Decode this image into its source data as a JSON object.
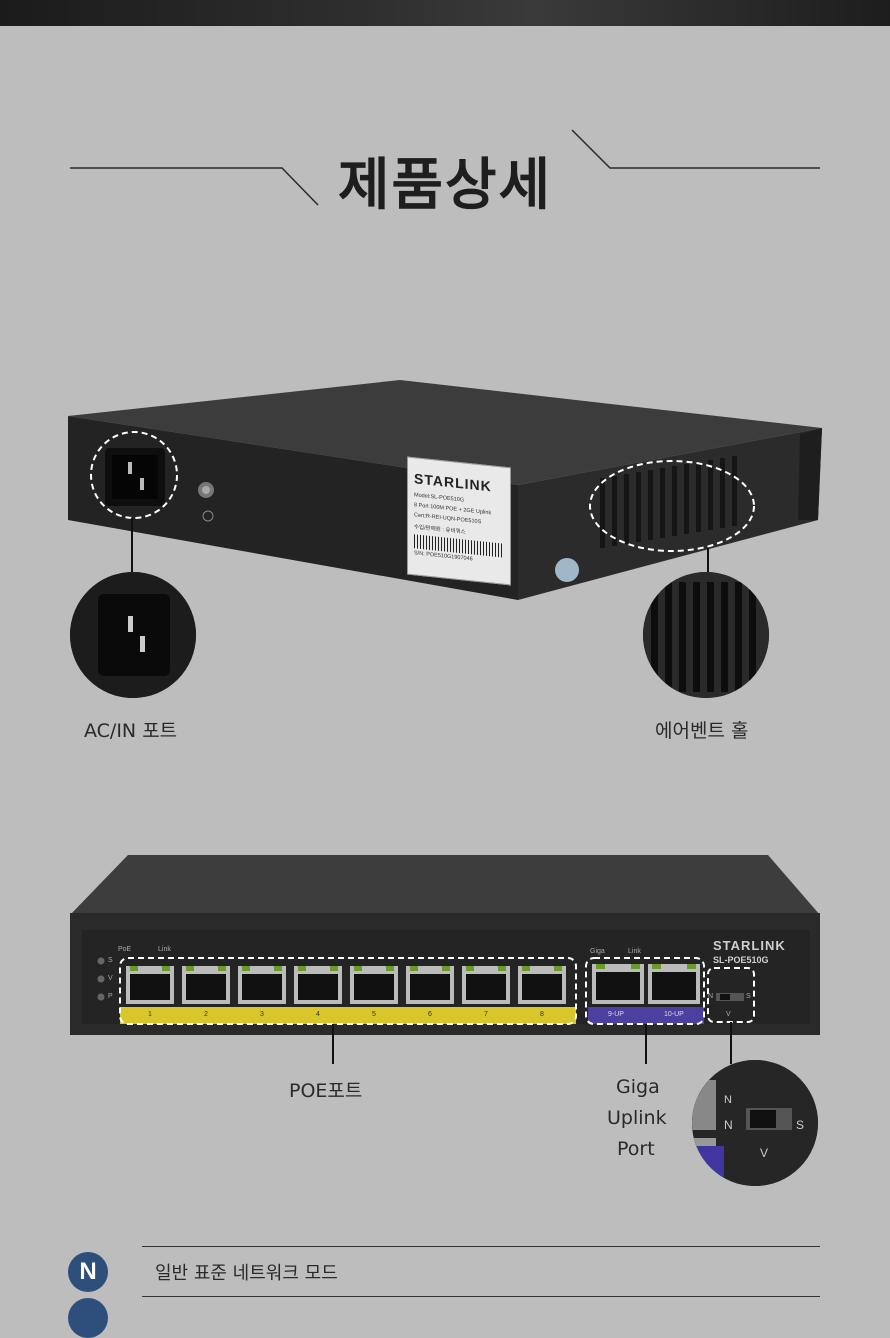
{
  "header": {
    "title": "제품상세"
  },
  "rear": {
    "brand": "STARLINK",
    "spec_lines": [
      "Model:SL-POE510G",
      "8 Port 100M POE + 2GE Uplink",
      "Cert:R-REI-UQN-POE510S",
      "수입/판매원 : 유비쿼스",
      "S/N: POE510G1907046"
    ],
    "callouts": [
      {
        "label": "AC/IN 포트"
      },
      {
        "label": "에어벤트 홀"
      }
    ]
  },
  "front": {
    "brand": "STARLINK",
    "model": "SL-POE510G",
    "led_labels": [
      "S",
      "V",
      "P"
    ],
    "poe_header": "PoE",
    "link_header": "Link",
    "giga_header": "Giga",
    "giga_link_header": "Link",
    "poe_ports": [
      "1",
      "2",
      "3",
      "4",
      "5",
      "6",
      "7",
      "8"
    ],
    "uplink_ports": [
      "9-UP",
      "10-UP"
    ],
    "switch_labels": {
      "n": "N",
      "s": "S",
      "v": "V"
    },
    "callouts": {
      "poe": "POE포트",
      "giga_line1": "Giga",
      "giga_line2": "Uplink",
      "giga_line3": "Port"
    },
    "zoom_labels": {
      "n1": "N",
      "n2": "N",
      "s": "S",
      "v": "V"
    }
  },
  "modes": [
    {
      "badge": "N",
      "text": "일반 표준 네트워크 모드"
    }
  ],
  "colors": {
    "background": "#bdbdbd",
    "poe_strip": "#d8c62a",
    "uplink_strip": "#4b3fa0",
    "badge": "#2e4f7c"
  }
}
